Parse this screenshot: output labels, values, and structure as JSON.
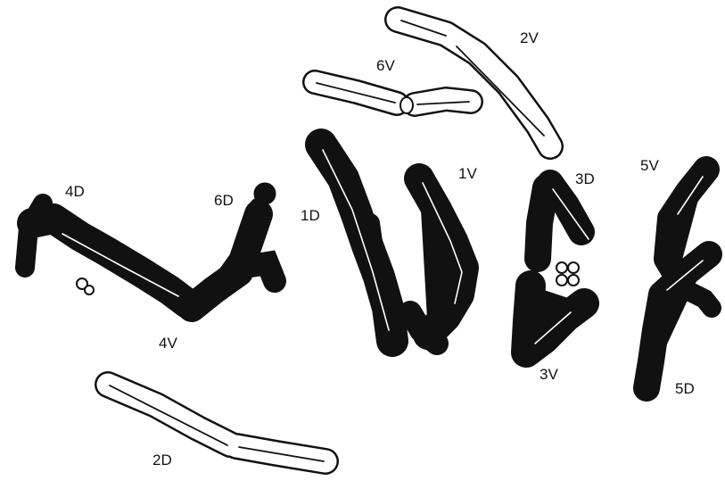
{
  "figure": {
    "labels": {
      "c1D": "1D",
      "c1V": "1V",
      "c2D": "2D",
      "c2V": "2V",
      "c3D": "3D",
      "c3V": "3V",
      "c4D": "4D",
      "c4V": "4V",
      "c5D": "5D",
      "c5V": "5V",
      "c6D": "6D",
      "c6V": "6V"
    },
    "colors": {
      "ink": "#111111",
      "background": "#ffffff"
    }
  }
}
